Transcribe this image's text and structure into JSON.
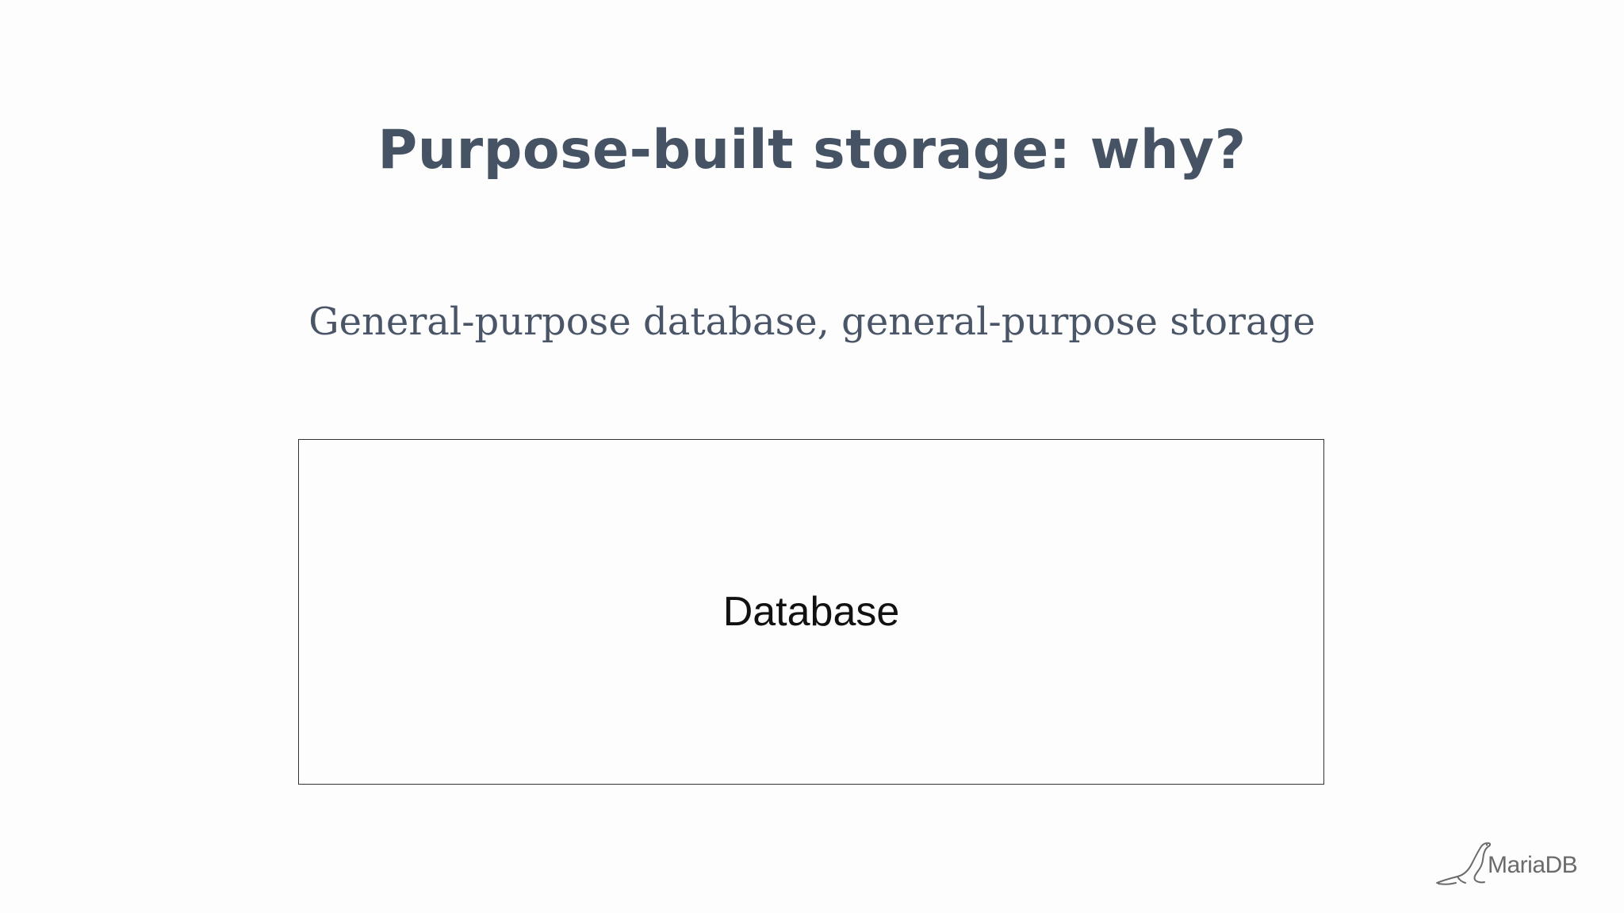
{
  "slide": {
    "title": "Purpose-built storage: why?",
    "subtitle": "General-purpose database, general-purpose storage"
  },
  "diagram": {
    "box_label": "Database"
  },
  "logo": {
    "text": "MariaDB",
    "icon": "seal-icon"
  },
  "colors": {
    "title": "#465364",
    "subtitle": "#4a5668",
    "box_border": "#333333",
    "background": "#fdfdfd"
  }
}
